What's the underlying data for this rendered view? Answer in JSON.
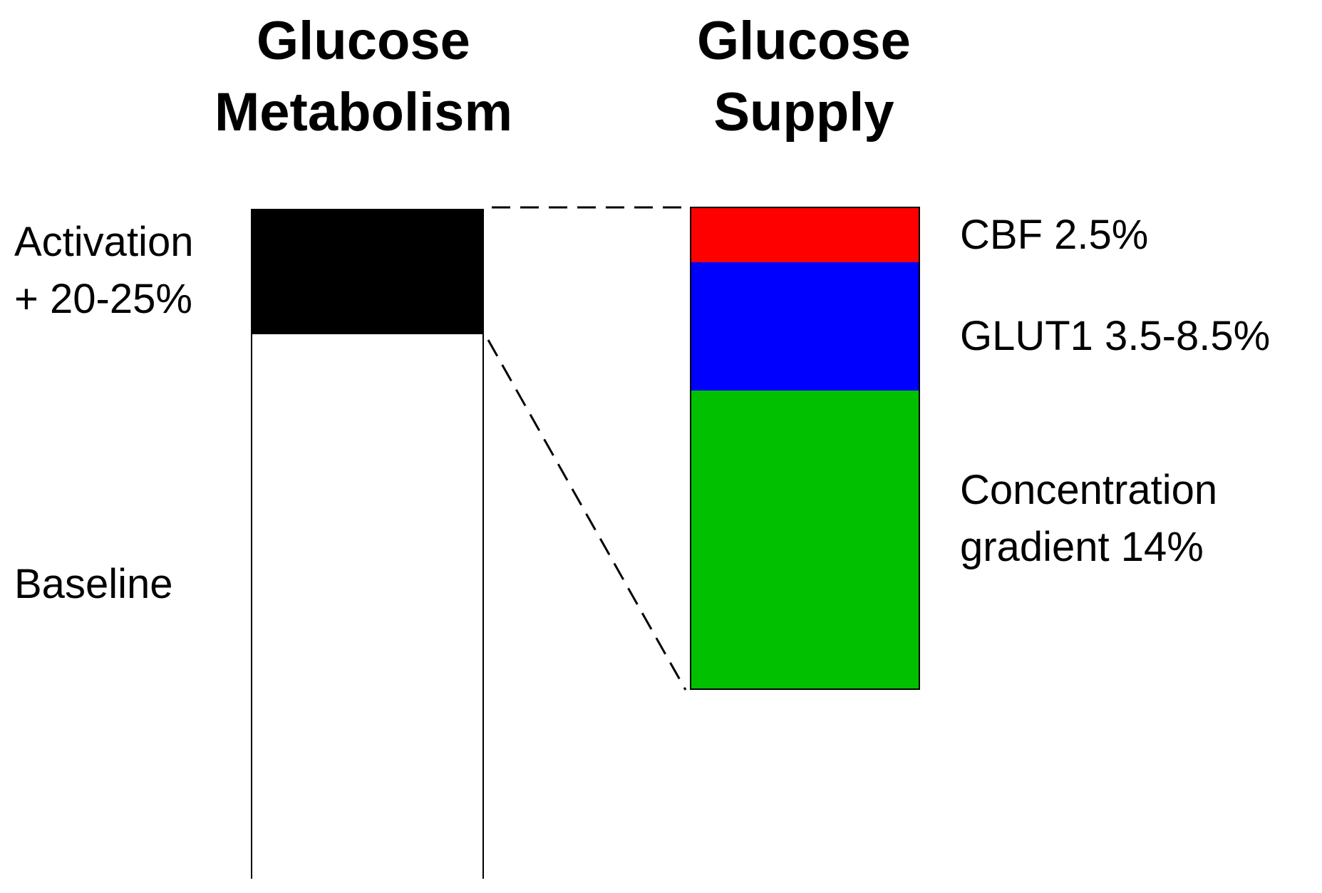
{
  "headings": {
    "metabolism": [
      "Glucose",
      "Metabolism"
    ],
    "supply": [
      "Glucose",
      "Supply"
    ]
  },
  "metabolism_labels": {
    "activation": [
      "Activation",
      "+ 20-25%"
    ],
    "baseline": "Baseline"
  },
  "supply_labels": {
    "cbf": "CBF 2.5%",
    "glut1": "GLUT1 3.5-8.5%",
    "gradient": [
      "Concentration",
      "gradient 14%"
    ]
  },
  "colors": {
    "activation": "#000000",
    "baseline": "#ffffff",
    "cbf": "#ff0000",
    "glut1": "#0000ff",
    "gradient": "#00c000"
  }
}
